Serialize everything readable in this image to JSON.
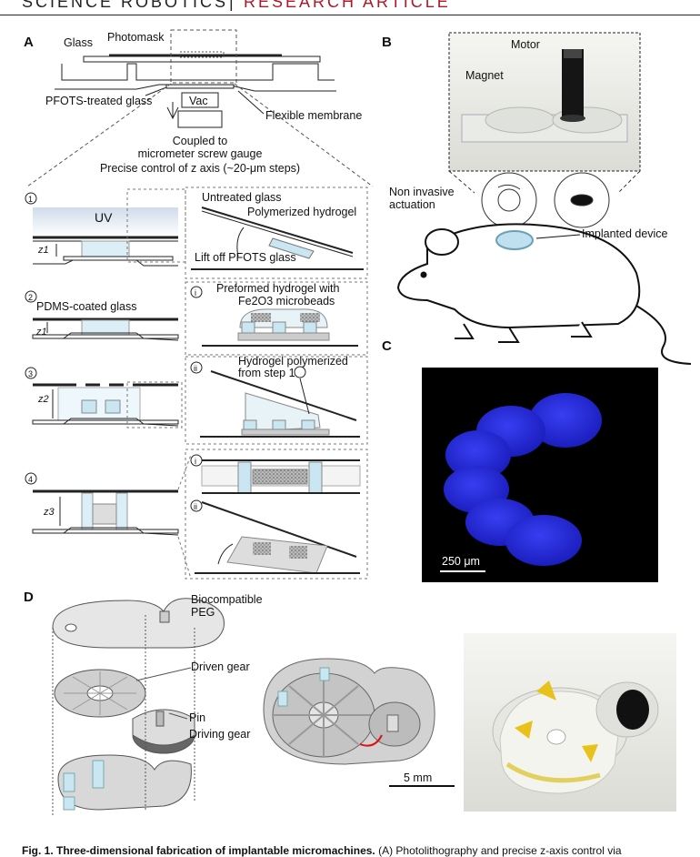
{
  "header": {
    "journal": "SCIENCE ROBOTICS",
    "sep": "|",
    "section": "RESEARCH ARTICLE"
  },
  "panelA": {
    "letter": "A",
    "glass": "Glass",
    "photomask": "Photomask",
    "pfots": "PFOTS-treated glass",
    "vac": "Vac",
    "membrane": "Flexible membrane",
    "coupled1": "Coupled to",
    "coupled2": "micrometer screw gauge",
    "precise": "Precise control of z axis (~20-μm steps)",
    "step1": "1",
    "step2": "2",
    "step3": "3",
    "step4": "4",
    "uv": "UV",
    "z1a": "z1",
    "z1b": "z1",
    "z2": "z2",
    "z3": "z3",
    "pdms": "PDMS-coated glass",
    "untreated": "Untreated glass",
    "polymerized": "Polymerized hydrogel",
    "liftoff": "Lift off PFOTS glass",
    "sub_i": "i",
    "sub_ii": "ii",
    "sub_i2": "i",
    "sub_ii2": "ii",
    "preformed1": "Preformed hydrogel with",
    "preformed2": "Fe2O3 microbeads",
    "hpoly1": "Hydrogel polymerized",
    "hpoly2": "from step 1"
  },
  "panelB": {
    "letter": "B",
    "motor": "Motor",
    "magnet": "Magnet",
    "noninv1": "Non invasive",
    "noninv2": "actuation",
    "implanted": "Implanted device"
  },
  "panelC": {
    "letter": "C",
    "scale": "250 μm"
  },
  "panelD": {
    "letter": "D",
    "bio1": "Biocompatible",
    "bio2": "PEG",
    "driven": "Driven gear",
    "pin": "Pin",
    "driving": "Driving gear",
    "scale": "5 mm"
  },
  "caption": {
    "bold": "Fig. 1. Three-dimensional fabrication of implantable micromachines.",
    "rest": " (A) Photolithography and precise z-axis control via"
  },
  "colors": {
    "accent": "#b0182a",
    "hydrogel": "#c9e6f2",
    "blueDisk": "#2a2fe8",
    "gear": "#c8c8c8"
  }
}
